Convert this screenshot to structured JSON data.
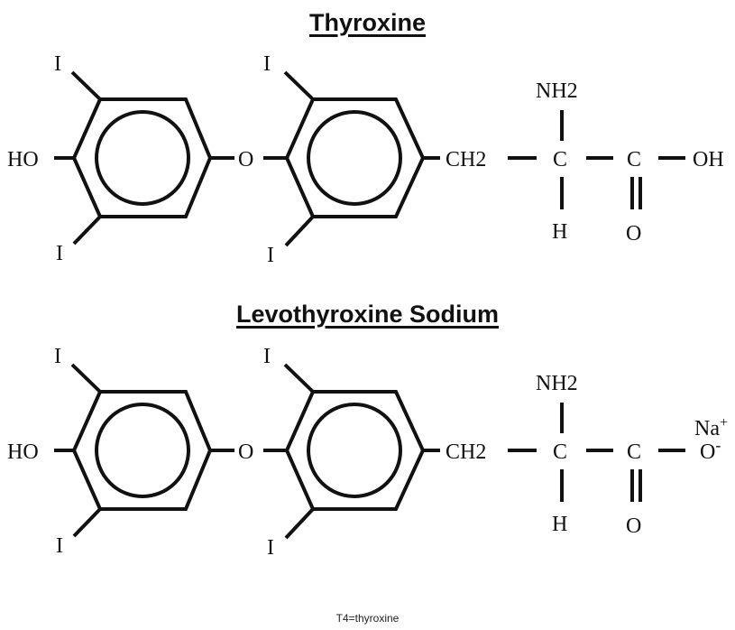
{
  "title_top": "Thyroxine",
  "title_bottom": "Levothyroxine Sodium",
  "caption": "T4=thyroxine",
  "top": {
    "ring1_iodine_top": "I",
    "ring1_iodine_bottom": "I",
    "hydroxyl": "HO",
    "ether_oxygen": "O",
    "ring2_iodine_top": "I",
    "ring2_iodine_bottom": "I",
    "methylene": "CH2",
    "amine": "NH2",
    "alpha_carbon": "C",
    "hydrogen": "H",
    "carboxyl_carbon": "C",
    "carbonyl_oxygen": "O",
    "terminal": "OH"
  },
  "bottom": {
    "ring1_iodine_top": "I",
    "ring1_iodine_bottom": "I",
    "hydroxyl": "HO",
    "ether_oxygen": "O",
    "ring2_iodine_top": "I",
    "ring2_iodine_bottom": "I",
    "methylene": "CH2",
    "amine": "NH2",
    "alpha_carbon": "C",
    "hydrogen": "H",
    "carboxyl_carbon": "C",
    "carbonyl_oxygen": "O",
    "sodium": "Na",
    "sodium_charge": "+",
    "oxide": "O",
    "oxide_charge": "-"
  },
  "colors": {
    "ink": "#111111",
    "background": "#ffffff"
  }
}
